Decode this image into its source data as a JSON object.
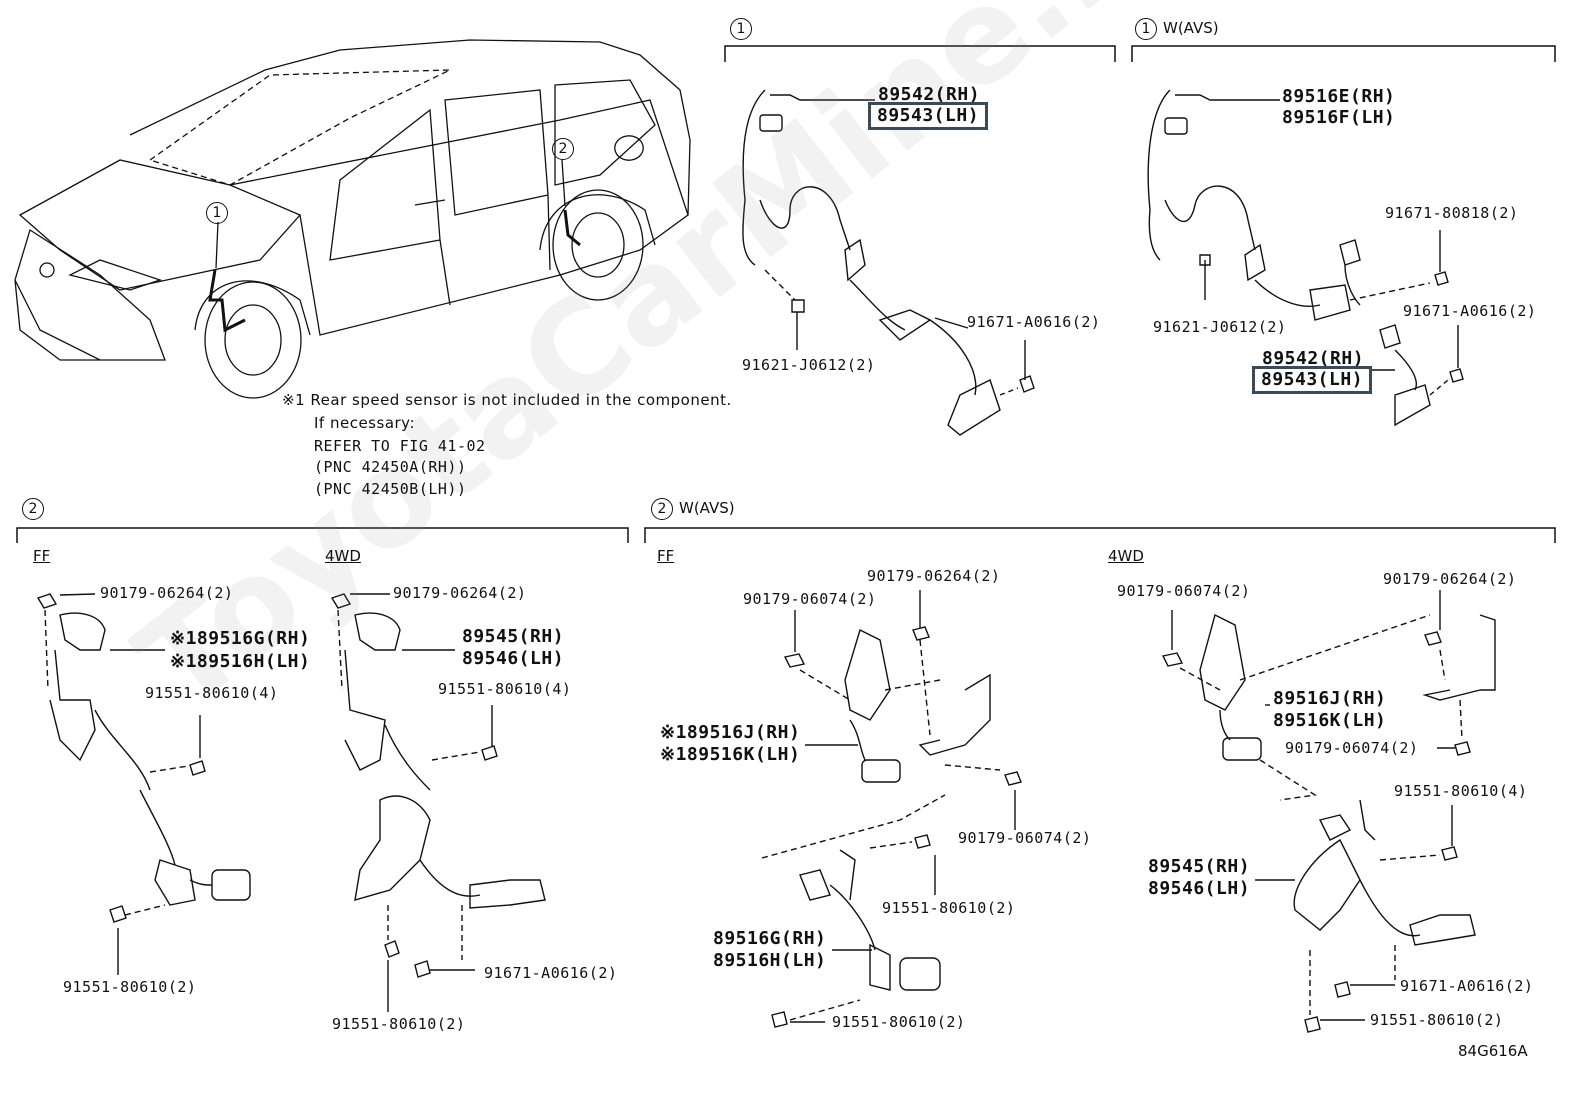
{
  "watermark": "ToyotaCarMine.ru",
  "code": "84G616A",
  "car": {
    "callout1": "1",
    "callout2": "2"
  },
  "sections": {
    "front": {
      "num": "1",
      "title": ""
    },
    "front_avs": {
      "num": "1",
      "title": "W(AVS)"
    },
    "rear": {
      "num": "2",
      "title": ""
    },
    "rear_avs": {
      "num": "2",
      "title": "W(AVS)"
    }
  },
  "subsections": {
    "ff": "FF",
    "wd4": "4WD"
  },
  "note": {
    "mark": "※1",
    "line1": "Rear speed sensor is not included in the component.",
    "line2": "If necessary:",
    "line3": "REFER TO FIG 41-02",
    "line4": "(PNC 42450A(RH))",
    "line5": "(PNC 42450B(LH))"
  },
  "front": {
    "p_rh": "89542(RH)",
    "p_lh": "89543(LH)",
    "bolt_a": "91621-J0612(2)",
    "bolt_b": "91671-A0616(2)"
  },
  "front_avs": {
    "p_rh": "89516E(RH)",
    "p_lh": "89516F(LH)",
    "bolt_c": "91671-80818(2)",
    "bolt_b": "91671-A0616(2)",
    "bolt_a": "91621-J0612(2)",
    "p2_rh": "89542(RH)",
    "p2_lh": "89543(LH)"
  },
  "rear_ff": {
    "nut": "90179-06264(2)",
    "p_rh": "※189516G(RH)",
    "p_lh": "※189516H(LH)",
    "bolt_a": "91551-80610(4)",
    "bolt_b": "91551-80610(2)"
  },
  "rear_4wd": {
    "nut": "90179-06264(2)",
    "p_rh": "89545(RH)",
    "p_lh": "89546(LH)",
    "bolt_a": "91551-80610(4)",
    "bolt_b": "91671-A0616(2)",
    "bolt_c": "91551-80610(2)"
  },
  "rear_avs_ff": {
    "nut_a": "90179-06264(2)",
    "nut_b": "90179-06074(2)",
    "p_rh": "※189516J(RH)",
    "p_lh": "※189516K(LH)",
    "nut_c": "90179-06074(2)",
    "bolt_a": "91551-80610(2)",
    "p2_rh": "89516G(RH)",
    "p2_lh": "89516H(LH)",
    "bolt_b": "91551-80610(2)"
  },
  "rear_avs_4wd": {
    "nut_b": "90179-06074(2)",
    "nut_a": "90179-06264(2)",
    "p_rh": "89516J(RH)",
    "p_lh": "89516K(LH)",
    "nut_c": "90179-06074(2)",
    "bolt_a": "91551-80610(4)",
    "p2_rh": "89545(RH)",
    "p2_lh": "89546(LH)",
    "bolt_b": "91671-A0616(2)",
    "bolt_c": "91551-80610(2)"
  }
}
